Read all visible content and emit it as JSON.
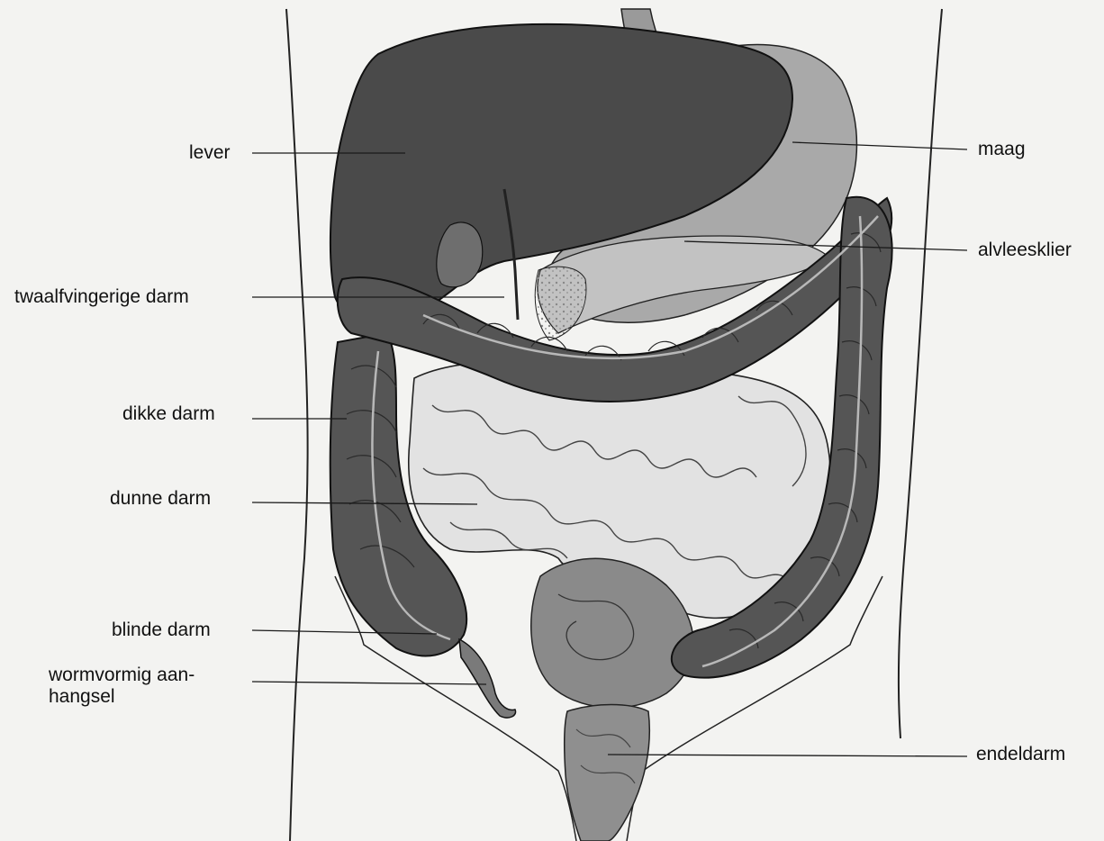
{
  "labels": {
    "lever": "lever",
    "maag": "maag",
    "alvleesklier": "alvleesklier",
    "twaalfvingerige_darm": "twaalfvingerige darm",
    "dikke_darm": "dikke darm",
    "dunne_darm": "dunne darm",
    "blinde_darm": "blinde darm",
    "wormvormig_line1": "wormvormig aan-",
    "wormvormig_line2": "hangsel",
    "endeldarm": "endeldarm"
  },
  "colors": {
    "background": "#f3f3f1",
    "liver": "#4a4a4a",
    "stomach": "#a9a9a9",
    "large_intestine": "#555555",
    "small_intestine": "#e2e2e2",
    "appendix": "#7a7a7a",
    "rectum": "#8f8f8f",
    "leader_line": "#1a1a1a"
  }
}
